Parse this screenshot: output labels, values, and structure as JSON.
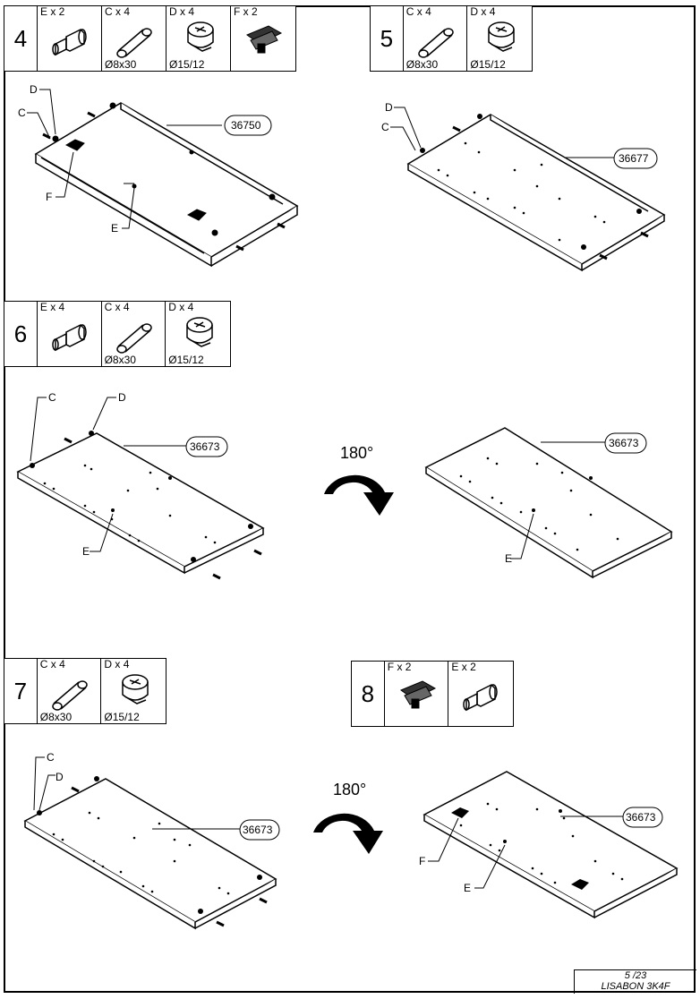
{
  "steps": [
    {
      "number": "4",
      "parts": [
        {
          "qty": "E x 2",
          "icon": "dowel-cam-bolt-icon",
          "dim": ""
        },
        {
          "qty": "C x 4",
          "icon": "wooden-dowel-icon",
          "dim": "Ø8x30"
        },
        {
          "qty": "D x 4",
          "icon": "cam-lock-icon",
          "dim": "Ø15/12"
        },
        {
          "qty": "F x 2",
          "icon": "bracket-clip-icon",
          "dim": ""
        }
      ]
    },
    {
      "number": "5",
      "parts": [
        {
          "qty": "C x 4",
          "icon": "wooden-dowel-icon",
          "dim": "Ø8x30"
        },
        {
          "qty": "D x 4",
          "icon": "cam-lock-icon",
          "dim": "Ø15/12"
        }
      ]
    },
    {
      "number": "6",
      "parts": [
        {
          "qty": "E x 4",
          "icon": "dowel-cam-bolt-icon",
          "dim": ""
        },
        {
          "qty": "C x 4",
          "icon": "wooden-dowel-icon",
          "dim": "Ø8x30"
        },
        {
          "qty": "D x 4",
          "icon": "cam-lock-icon",
          "dim": "Ø15/12"
        }
      ]
    },
    {
      "number": "7",
      "parts": [
        {
          "qty": "C x 4",
          "icon": "wooden-dowel-icon",
          "dim": "Ø8x30"
        },
        {
          "qty": "D x 4",
          "icon": "cam-lock-icon",
          "dim": "Ø15/12"
        }
      ]
    },
    {
      "number": "8",
      "parts": [
        {
          "qty": "F x 2",
          "icon": "bracket-clip-icon",
          "dim": ""
        },
        {
          "qty": "E x 2",
          "icon": "dowel-cam-bolt-icon",
          "dim": ""
        }
      ]
    }
  ],
  "callouts": {
    "c": "C",
    "d": "D",
    "e": "E",
    "f": "F"
  },
  "panels": {
    "p36750": "36750",
    "p36677": "36677",
    "p36673": "36673"
  },
  "rotation": "180°",
  "footer": {
    "page": "5 /23",
    "model": "LISABON 3K4F"
  }
}
